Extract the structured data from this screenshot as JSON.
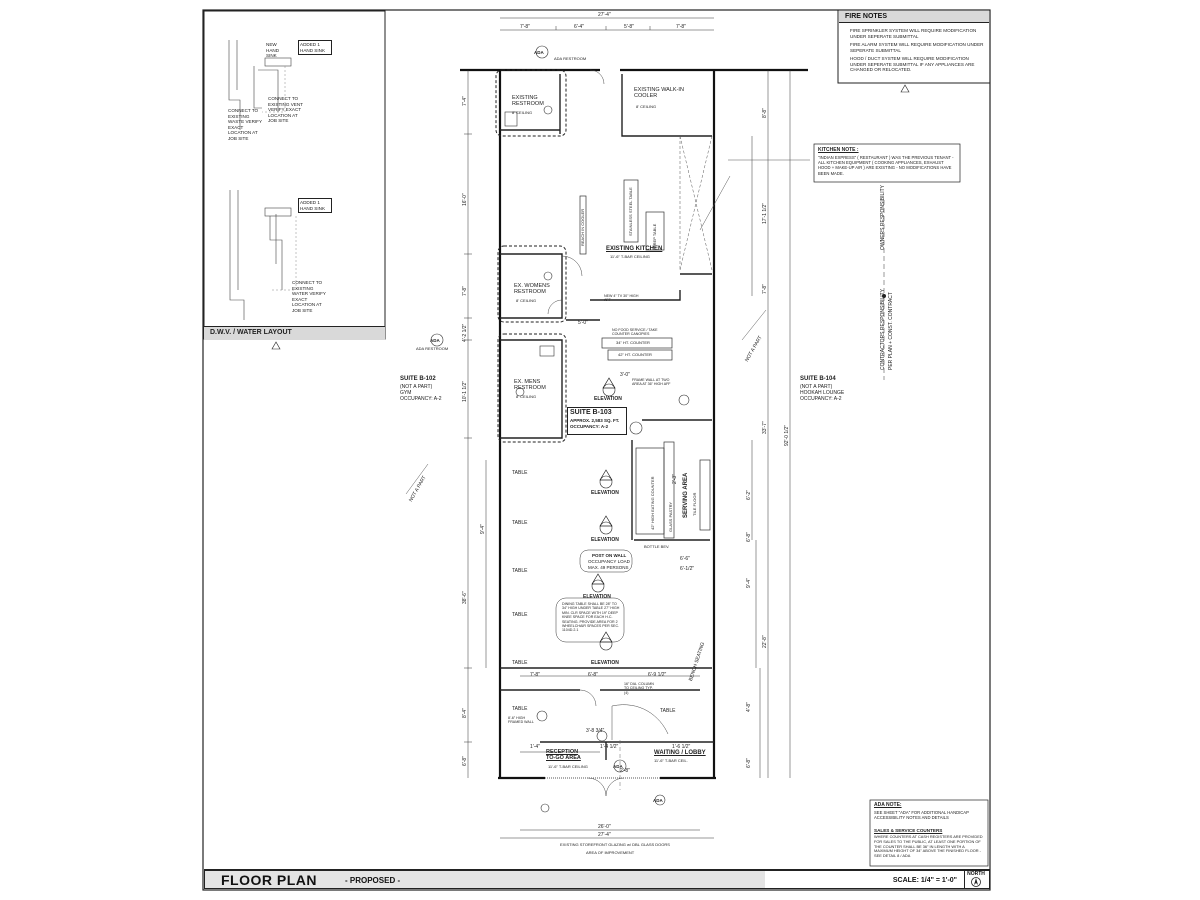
{
  "title_block": {
    "title": "FLOOR PLAN",
    "subtitle": "- PROPOSED -",
    "scale": "SCALE: 1/4\" = 1'-0\"",
    "north": "NORTH"
  },
  "fire_notes": {
    "heading": "FIRE NOTES",
    "items": [
      "FIRE SPRINKLER SYSTEM WILL REQUIRE MODIFICATION UNDER SEPERATE SUBMITTAL",
      "FIRE ALARM SYSTEM WILL REQUIRE MODIFICATION UNDER SEPERATE SUBMITTAL",
      "HOOD / DUCT SYSTEM WILL REQUIRE MODIFICATION UNDER SEPERATE SUBMITTAL IF ANY APPLIANCES ARE CHANGED OR RELOCATED."
    ]
  },
  "dwv": {
    "heading": "D.W.V. / WATER LAYOUT",
    "tag_top": "ADDED 1 HAND SINK",
    "tag_bottom": "ADDED 1 HAND SINK",
    "new_sink": "NEW HAND SINK",
    "waste_note": "CONNECT TO EXISTING WASTE VERIFY EXACT LOCATION AT JOB SITE",
    "vent_note": "CONNECT TO EXISTING VENT VERIFY EXACT LOCATION AT JOB SITE",
    "water_note": "CONNECT TO EXISTING WATER VERIFY EXACT LOCATION AT JOB SITE"
  },
  "kitchen_note": {
    "heading": "KITCHEN NOTE :",
    "body": "\"INDIAN EXPRESS\" ( RESTAURANT ) WAS THE PREVIOUS TENANT - ALL KITCHEN EQUIPMENT ( COOKING APPLIANCES, EXHAUST HOOD + MAKE-UP AIR ) ARE EXISTING - NO MODIFICATIONS HAVE BEEN MADE."
  },
  "ada_note": {
    "heading": "ADA NOTE:",
    "body": "SEE SHEET \"ADA\" FOR ADDITIONAL HANDICAP ACCESSIBILITY NOTES AND DETAILS",
    "counter_heading": "SALES & SERVICE COUNTERS",
    "counter_body": "WHERE COUNTERS AT CASH REGISTERS ARE PROVIDED FOR SALES TO THE PUBLIC, AT LEAST ONE PORTION OF THE COUNTER SHALL BE 36\" IN LENGTH WITH A MAXIMUM HEIGHT OF 34\" ABOVE THE FINISHED FLOOR - SEE DETAIL 8 / ADA"
  },
  "suites": {
    "left": {
      "name": "SUITE B-102",
      "l1": "(NOT A PART)",
      "l2": "GYM",
      "l3": "OCCUPANCY: A-2"
    },
    "right": {
      "name": "SUITE B-104",
      "l1": "(NOT A PART)",
      "l2": "HOOKAH LOUNGE",
      "l3": "OCCUPANCY: A-2"
    },
    "main": {
      "name": "SUITE B-103",
      "l1": "APPROX. 2,583 SQ. FT.",
      "l2": "OCCUPANCY: A-2"
    }
  },
  "rooms": {
    "restroom": {
      "name": "EXISTING RESTROOM",
      "sub": "8' CEILING"
    },
    "cooler": {
      "name": "EXISTING WALK-IN COOLER",
      "sub": "8' CEILING"
    },
    "kitchen": {
      "name": "EXISTING KITCHEN",
      "sub": "11'-6\" T-BAR CEILING"
    },
    "womens": {
      "name": "EX. WOMENS RESTROOM",
      "sub": "8' CEILING"
    },
    "mens": {
      "name": "EX. MENS RESTROOM",
      "sub": "8' CEILING"
    },
    "serving": {
      "name": "SERVING AREA",
      "sub": "TILE FLOOR"
    },
    "reception": {
      "name": "RECEPTION TO-GO AREA",
      "sub": "11'-6\" T-BAR CEILING"
    },
    "waiting": {
      "name": "WAITING / LOBBY",
      "sub": "11'-6\" T-BAR CEIL."
    }
  },
  "callouts": {
    "elevation": "ELEVATION",
    "table": "TABLE",
    "ada": "ADA",
    "ada_restroom": "ADA RESTROOM",
    "bench_seating": "BENCH SEATING",
    "not_a_part": "NOT A PART",
    "owners_resp": "OWNERS RESPONSIBILITY",
    "contractors_resp": "CONTRACTORS RESPONSIBILITY",
    "per_plan": "PER PLAN + CONST. CONTRACT",
    "post_on_wall": "POST ON WALL",
    "occupancy_load": "OCCUPANCY LOAD",
    "max_persons": "MAX. 49 PERSONS",
    "dining_note": "DINING TABLE SHALL BE 28\" TO 34\" HIGH UNDER TABLE 27\" HIGH MIN. CLR SPACE WITH 19\" DEEP KNEE SPACE FOR EACH H.C. SEATING. PROVIDE AREA FOR 2 WHEELCHAIR SPACES PER SEC. 1104D.2.1",
    "storefront": "EXISTING STOREFRONT GLAZING w/ DBL GLASS DOORS",
    "improvement": "AREA OF IMPROVEMENT",
    "stainless_table": "STAINLESS STEEL TABLE",
    "prep_table": "PREP TABLE",
    "reach_in": "REACH IN COOLER",
    "high_counter": "42\" HIGH EATING COUNTER",
    "half_wall": "FRAME WALL AT TWO AREA AT 36\" HIGH AFF",
    "glass_pastry": "GLASS PASTRY",
    "bottle_bev": "BOTTLE BEV.",
    "diner_column": "16\" DIA. COLUMN TO CEILING TYP. (4)",
    "frame_half": "8'-6\" HIGH FRAMED WALL",
    "new_wall": "NEW 4\" TV 30\" HIGH AFF",
    "no_food": "NO FOOD SERVICE / TAKE COUNTER CANOPIES",
    "counter_34": "34\" HT. COUNTER",
    "counter_42": "42\" HT. COUNTER"
  },
  "dims": {
    "top_overall": "27'-4\"",
    "top_a": "7'-8\"",
    "top_b": "6'-4\"",
    "top_c": "5'-8\"",
    "top_d": "7'-8\"",
    "bottom_overall": "27'-4\"",
    "bottom_interior": "26'-0\"",
    "left_1": "7'-4\"",
    "left_2": "16'-0\"",
    "left_3": "7'-8\"",
    "left_4": "4'-2 1/2\"",
    "left_5": "10'-1 1/2\"",
    "left_6": "38'-6\"",
    "left_7": "9'-4\"",
    "left_8": "8'-4\"",
    "left_9": "6'-8\"",
    "right_1": "8'-8\"",
    "right_2": "17'-1 1/2\"",
    "right_3": "7'-8\"",
    "right_4": "33'-7\"",
    "right_5": "92'-0 1/2\"",
    "right_6": "22'-8\"",
    "right_7": "9'-4\"",
    "right_8": "6'-8\"",
    "right_9": "4'-8\"",
    "right_10": "6'-2\"",
    "right_11": "6'-8\"",
    "mid_1": "7'-8\"",
    "mid_2": "6'-8\"",
    "mid_3": "6'-9 1/2\"",
    "mid_4": "1'-4\"",
    "mid_5": "1'-4 1/2\"",
    "mid_6": "1'-6 1/2\"",
    "mid_7": "2'-8\"",
    "mid_8": "3'-8 3/4\"",
    "mid_9": "6'-6\"",
    "mid_10": "2'-3\"",
    "mid_11": "5'-0\"",
    "mid_12": "3'-0\"",
    "mid_13": "6'-1/2\""
  }
}
